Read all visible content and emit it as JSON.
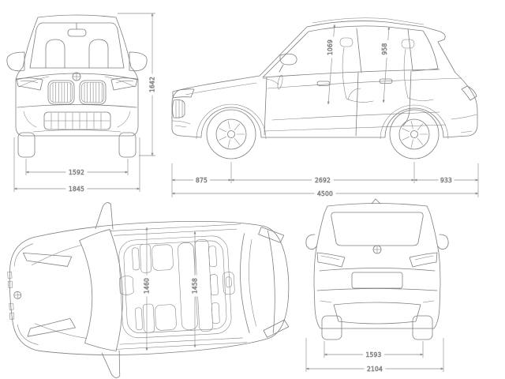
{
  "page": {
    "background_color": "#ffffff",
    "drawing_line_color": "#7f7f7f",
    "dimension_line_color": "#8c8c8c",
    "dimension_text_color": "#4f4f4f"
  },
  "vehicle_diagram": {
    "front_view": {
      "overall_height": "1642",
      "front_track": "1592",
      "body_width": "1845"
    },
    "side_view": {
      "front_headroom": "1069",
      "rear_headroom": "958",
      "front_overhang": "875",
      "wheelbase": "2692",
      "rear_overhang": "933",
      "overall_length": "4500"
    },
    "top_view": {
      "front_interior_width": "1460",
      "rear_interior_width": "1458"
    },
    "rear_view": {
      "rear_track": "1593",
      "width_incl_mirrors": "2104"
    }
  }
}
